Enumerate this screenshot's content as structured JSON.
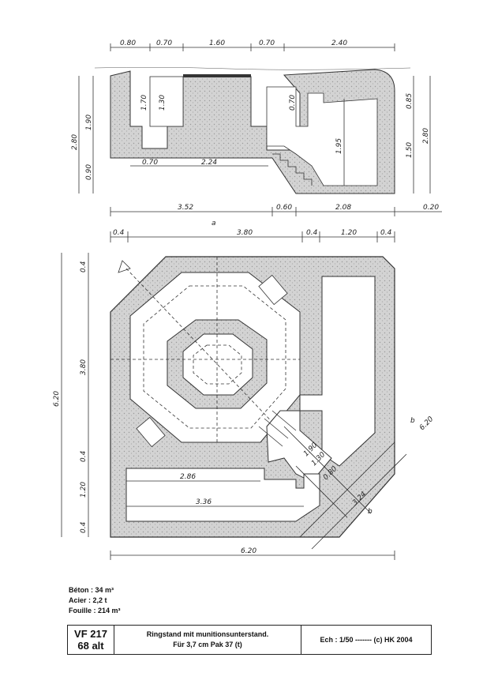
{
  "section": {
    "top_dims": [
      "0.80",
      "0.70",
      "1.60",
      "0.70",
      "2.40"
    ],
    "left_dims": [
      "2.80",
      "1.90",
      "0.90"
    ],
    "inner_dims": [
      "1.70",
      "1.30",
      "0.70",
      "1.95",
      "0.70",
      "2.24"
    ],
    "right_dims": [
      "0.85",
      "1.50",
      "2.80"
    ],
    "bottom_dims": [
      "3.52",
      "0.60",
      "2.08",
      "0.20"
    ]
  },
  "plan": {
    "top_dims": [
      "0.4",
      "3.80",
      "0.4",
      "1.20",
      "0.4"
    ],
    "left_dims": [
      "0.4",
      "3.80",
      "0.4",
      "1.20",
      "0.4"
    ],
    "overall_left": "6.20",
    "overall_bottom": "6.20",
    "overall_right": "6.20",
    "inner_dims": [
      "2.86",
      "3.36",
      "1.90",
      "1.30",
      "0.80",
      "3.24"
    ],
    "section_marker_a": "a",
    "section_marker_b": "b"
  },
  "materials": {
    "beton": "Béton : 34 m³",
    "acier": "Acier : 2,2 t",
    "fouille": "Fouille : 214 m³"
  },
  "titleblock": {
    "id_line1": "VF 217",
    "id_line2": "68 alt",
    "desc_line1": "Ringstand mit munitionsunterstand.",
    "desc_line2": "Für 3,7 cm Pak 37 (t)",
    "scale": "Ech : 1/50 ------- (c) HK 2004"
  }
}
